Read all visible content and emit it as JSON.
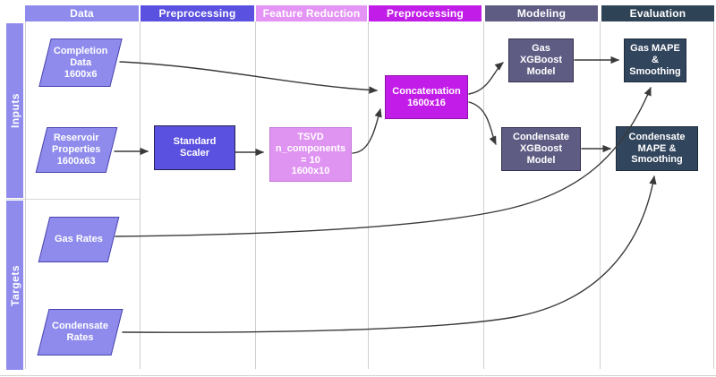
{
  "columns": [
    {
      "id": "data",
      "label": "Data",
      "color": "#8F8BEC"
    },
    {
      "id": "preprocessing1",
      "label": "Preprocessing",
      "color": "#5B51E0"
    },
    {
      "id": "feature_reduction",
      "label": "Feature Reduction",
      "color": "#E494F4"
    },
    {
      "id": "preprocessing2",
      "label": "Preprocessing",
      "color": "#C21CE8"
    },
    {
      "id": "modeling",
      "label": "Modeling",
      "color": "#5F5C84"
    },
    {
      "id": "evaluation",
      "label": "Evaluation",
      "color": "#2F4357"
    }
  ],
  "row_groups": [
    {
      "id": "inputs",
      "label": "Inputs",
      "color": "#8F8BEC"
    },
    {
      "id": "targets",
      "label": "Targets",
      "color": "#8F8BEC"
    }
  ],
  "nodes": {
    "completion_data": {
      "label": "Completion\nData\n1600x6",
      "shape": "parallelogram",
      "fill": "#8F8BEC",
      "border": "#4A44AE"
    },
    "reservoir_properties": {
      "label": "Reservoir\nProperties\n1600x63",
      "shape": "parallelogram",
      "fill": "#8F8BEC",
      "border": "#4A44AE"
    },
    "gas_rates": {
      "label": "Gas Rates",
      "shape": "parallelogram",
      "fill": "#8F8BEC",
      "border": "#4A44AE"
    },
    "condensate_rates": {
      "label": "Condensate\nRates",
      "shape": "parallelogram",
      "fill": "#8F8BEC",
      "border": "#4A44AE"
    },
    "standard_scaler": {
      "label": "Standard\nScaler",
      "shape": "rect",
      "fill": "#5B51E0",
      "border": "#262253"
    },
    "tsvd": {
      "label": "TSVD\nn_components\n= 10\n1600x10",
      "shape": "rect",
      "fill": "#E094F2",
      "border": "#C379D8"
    },
    "concatenation": {
      "label": "Concatenation\n1600x16",
      "shape": "rect",
      "fill": "#C21CE8",
      "border": "#8C12A8"
    },
    "gas_xgboost": {
      "label": "Gas\nXGBoost\nModel",
      "shape": "rect",
      "fill": "#5F5C84",
      "border": "#32304F"
    },
    "condensate_xgboost": {
      "label": "Condensate\nXGBoost\nModel",
      "shape": "rect",
      "fill": "#5F5C84",
      "border": "#32304F"
    },
    "gas_mape": {
      "label": "Gas MAPE\n&\nSmoothing",
      "shape": "rect",
      "fill": "#31455C",
      "border": "#1D2C3C"
    },
    "condensate_mape": {
      "label": "Condensate\nMAPE &\nSmoothing",
      "shape": "rect",
      "fill": "#31455C",
      "border": "#1D2C3C"
    }
  },
  "edges": [
    {
      "from": "completion_data",
      "to": "concatenation"
    },
    {
      "from": "reservoir_properties",
      "to": "standard_scaler"
    },
    {
      "from": "standard_scaler",
      "to": "tsvd"
    },
    {
      "from": "tsvd",
      "to": "concatenation"
    },
    {
      "from": "concatenation",
      "to": "gas_xgboost"
    },
    {
      "from": "concatenation",
      "to": "condensate_xgboost"
    },
    {
      "from": "gas_xgboost",
      "to": "gas_mape"
    },
    {
      "from": "condensate_xgboost",
      "to": "condensate_mape"
    },
    {
      "from": "gas_rates",
      "to": "gas_mape"
    },
    {
      "from": "condensate_rates",
      "to": "condensate_mape"
    }
  ],
  "style": {
    "line_color": "#3A3A3A",
    "grid_color": "#CFCFCF",
    "text_color": "#FFFFFF"
  }
}
